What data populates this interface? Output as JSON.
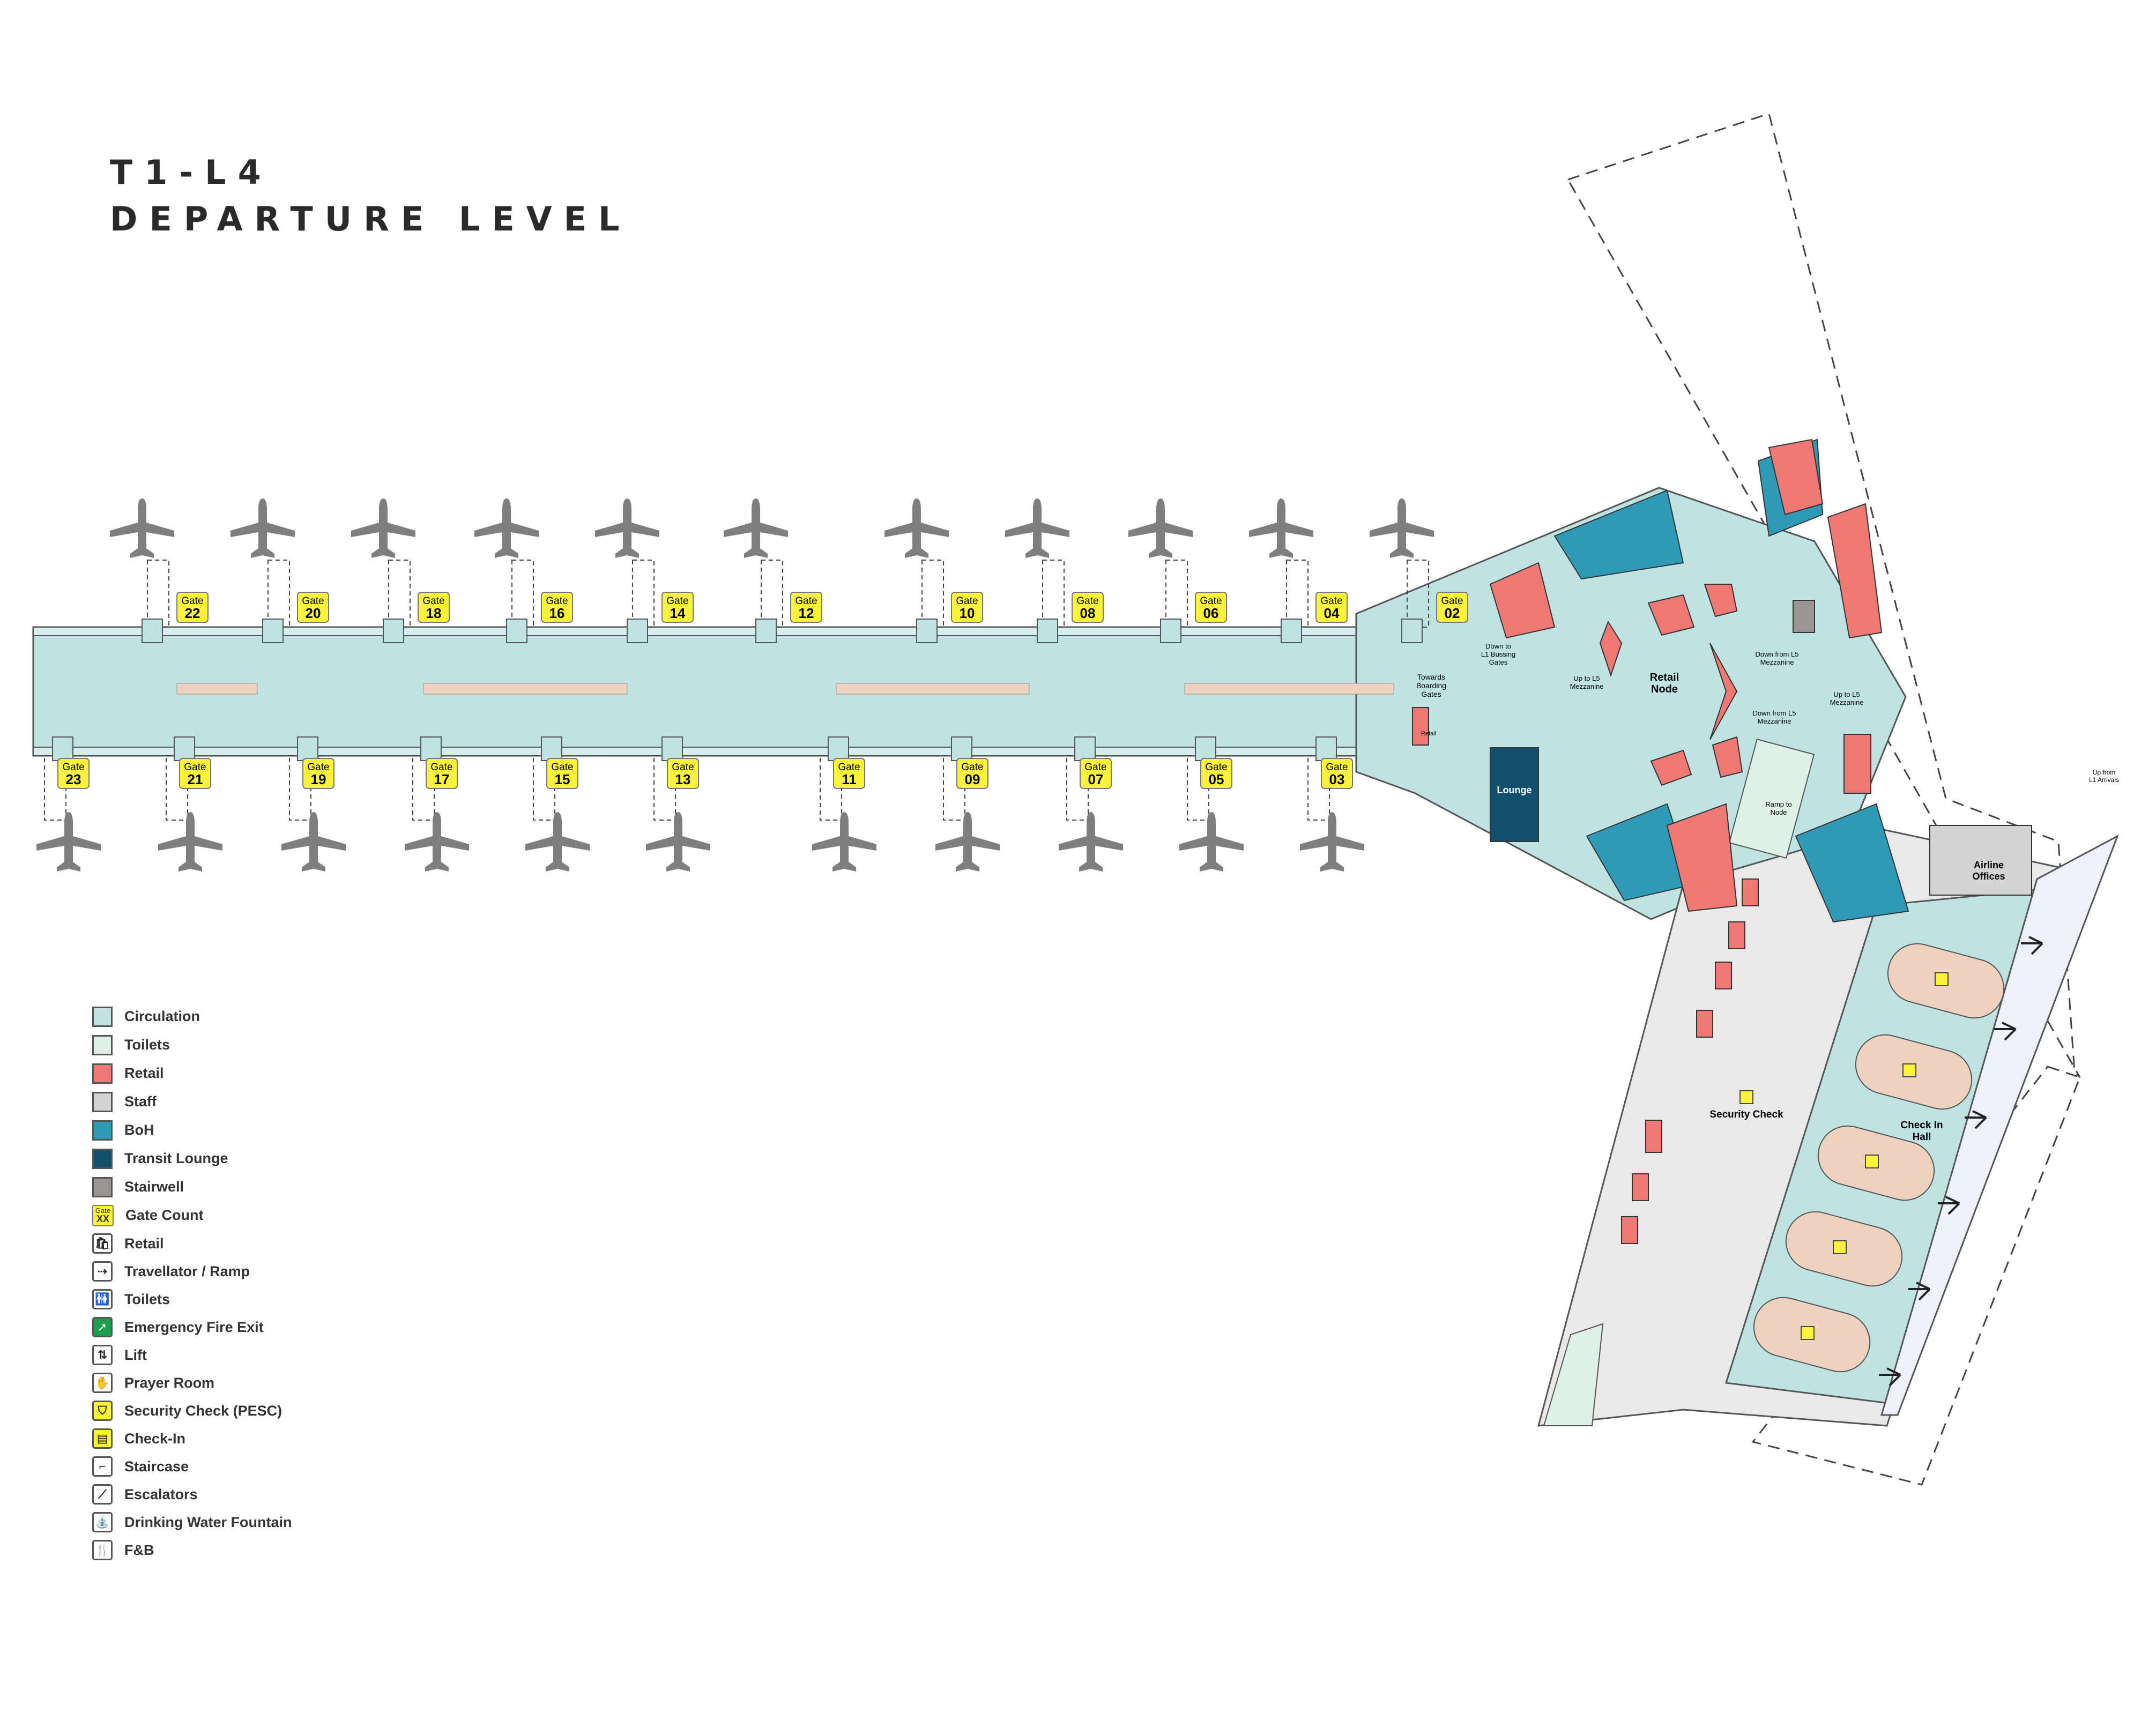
{
  "title": {
    "line1": "T1-L4",
    "line2": "DEPARTURE LEVEL"
  },
  "colors": {
    "circulation": "#bfe2e2",
    "toilets": "#dff0e6",
    "retail": "#ef7874",
    "staff": "#d3d3d3",
    "boh": "#2f9ab5",
    "transit_lounge": "#124f6d",
    "stairwell": "#9a9595",
    "gate_label": "#fbf23c",
    "checkin_island": "#edd2bf",
    "security_area": "#e9e9e9",
    "aircraft": "#7f7f7f",
    "emergency": "#1d9e4a"
  },
  "gates_top": [
    "22",
    "20",
    "18",
    "16",
    "14",
    "12",
    "10",
    "08",
    "06",
    "04",
    "02"
  ],
  "gates_bottom": [
    "23",
    "21",
    "19",
    "17",
    "15",
    "13",
    "11",
    "09",
    "07",
    "05",
    "03"
  ],
  "gate_word": "Gate",
  "map_labels": {
    "towards_boarding": [
      "Towards",
      "Boarding",
      "Gates"
    ],
    "down_to_l1": [
      "Down to",
      "L1 Bussing",
      "Gates"
    ],
    "up_to_l5_left": [
      "Up to L5",
      "Mezzanine"
    ],
    "retail_node": [
      "Retail",
      "Node"
    ],
    "down_from_l5_a": [
      "Down from L5",
      "Mezzanine"
    ],
    "down_from_l5_b": [
      "Down from L5",
      "Mezzanine"
    ],
    "up_to_l5_right": [
      "Up to L5",
      "Mezzanine"
    ],
    "ramp_to_node": [
      "Ramp to",
      "Node"
    ],
    "lounge": "Lounge",
    "airline_offices": [
      "Airline",
      "Offices"
    ],
    "up_from_l1": [
      "Up from",
      "L1 Arrivals"
    ],
    "security_check": "Security Check",
    "check_in_hall": [
      "Check In",
      "Hall"
    ],
    "retail_tag": "Retail"
  },
  "legend": [
    {
      "label": "Circulation",
      "kind": "swatch",
      "color": "#bfe2e2"
    },
    {
      "label": "Toilets",
      "kind": "swatch",
      "color": "#dff0e6"
    },
    {
      "label": "Retail",
      "kind": "swatch",
      "color": "#ef7874"
    },
    {
      "label": "Staff",
      "kind": "swatch",
      "color": "#d3d3d3"
    },
    {
      "label": "BoH",
      "kind": "swatch",
      "color": "#2f9ab5"
    },
    {
      "label": "Transit Lounge",
      "kind": "swatch",
      "color": "#124f6d"
    },
    {
      "label": "Stairwell",
      "kind": "swatch",
      "color": "#9a9595"
    },
    {
      "label": "Gate Count",
      "kind": "gate"
    },
    {
      "label": "Retail",
      "kind": "icon",
      "icon": "retail-bag-icon",
      "glyph": "🛍"
    },
    {
      "label": "Travellator / Ramp",
      "kind": "icon",
      "icon": "travellator-icon",
      "glyph": "⇢"
    },
    {
      "label": "Toilets",
      "kind": "icon",
      "icon": "toilets-icon",
      "glyph": "🚻"
    },
    {
      "label": "Emergency Fire Exit",
      "kind": "icon",
      "icon": "fire-exit-icon",
      "glyph": "➚"
    },
    {
      "label": "Lift",
      "kind": "icon",
      "icon": "lift-icon",
      "glyph": "⇅"
    },
    {
      "label": "Prayer Room",
      "kind": "icon",
      "icon": "prayer-room-icon",
      "glyph": "✋"
    },
    {
      "label": "Security Check (PESC)",
      "kind": "icon",
      "icon": "security-check-icon",
      "glyph": "⛉"
    },
    {
      "label": "Check-In",
      "kind": "icon",
      "icon": "check-in-icon",
      "glyph": "▤"
    },
    {
      "label": "Staircase",
      "kind": "icon",
      "icon": "staircase-icon",
      "glyph": "⌐"
    },
    {
      "label": "Escalators",
      "kind": "icon",
      "icon": "escalator-icon",
      "glyph": "⟋"
    },
    {
      "label": "Drinking Water Fountain",
      "kind": "icon",
      "icon": "water-fountain-icon",
      "glyph": "⛲"
    },
    {
      "label": "F&B",
      "kind": "icon",
      "icon": "fnb-icon",
      "glyph": "🍴"
    }
  ],
  "legend_gate": {
    "top": "Gate",
    "bottom": "XX"
  }
}
